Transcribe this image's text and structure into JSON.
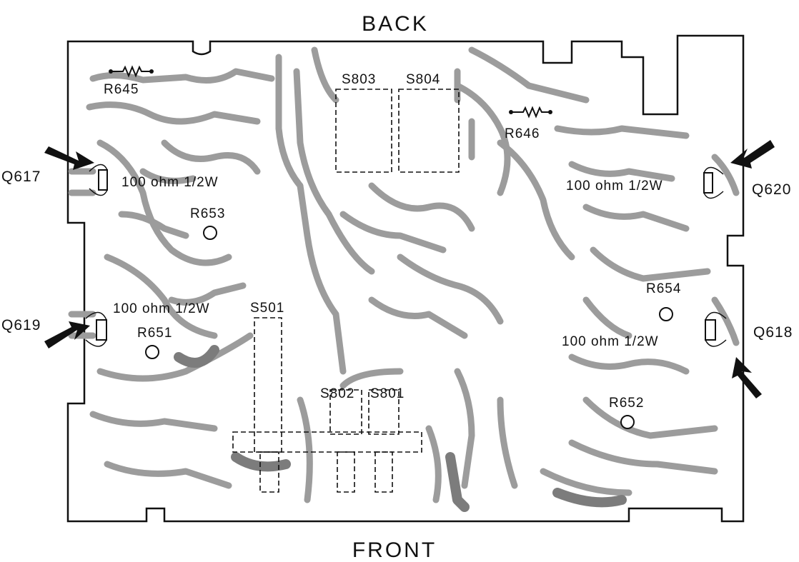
{
  "orientation": {
    "top": "BACK",
    "bottom": "FRONT"
  },
  "transistors": [
    {
      "ref": "Q617",
      "resistor_note": "100 ohm 1/2W"
    },
    {
      "ref": "Q620",
      "resistor_note": "100 ohm 1/2W"
    },
    {
      "ref": "Q619",
      "resistor_note": "100 ohm 1/2W"
    },
    {
      "ref": "Q618",
      "resistor_note": "100 ohm 1/2W"
    }
  ],
  "resistors": [
    "R645",
    "R646",
    "R653",
    "R654",
    "R651",
    "R652"
  ],
  "switches": [
    "S803",
    "S804",
    "S501",
    "S802",
    "S801"
  ],
  "colors": {
    "board": "#9c9c9c",
    "copper_dark": "#7c7c7c",
    "ink": "#111111",
    "background": "#ffffff"
  }
}
